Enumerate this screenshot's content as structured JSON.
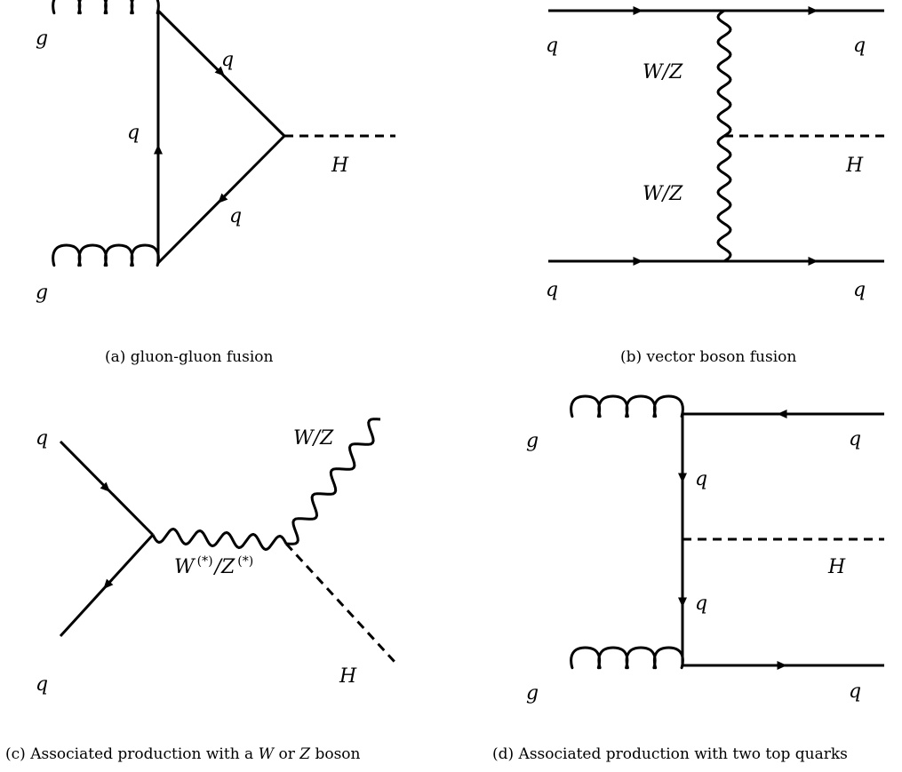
{
  "diagrams": [
    {
      "id": "a",
      "caption": "(a)  gluon-gluon fusion",
      "labels": {
        "g_top": "g",
        "g_bottom": "g",
        "q_upper": "q",
        "q_left": "q",
        "q_lower": "q",
        "higgs": "H"
      }
    },
    {
      "id": "b",
      "caption": "(b)  vector boson fusion",
      "labels": {
        "q_in_top": "q",
        "q_out_top": "q",
        "q_in_bottom": "q",
        "q_out_bottom": "q",
        "boson_upper": "W/Z",
        "boson_lower": "W/Z",
        "higgs": "H"
      }
    },
    {
      "id": "c",
      "caption_parts": [
        "(c)  Associated production with a ",
        "W",
        " or ",
        "Z",
        " boson"
      ],
      "labels": {
        "q_in_top": "q",
        "q_in_bottom": "q",
        "boson_out": "W/Z",
        "propagator_w": "W",
        "propagator_z": "Z",
        "star": "(*)",
        "slash": "/",
        "higgs": "H"
      }
    },
    {
      "id": "d",
      "caption": "(d)  Associated production with two top quarks",
      "labels": {
        "g_top": "g",
        "g_bottom": "g",
        "q_out_top": "q",
        "q_upper": "q",
        "q_lower": "q",
        "q_out_bottom": "q",
        "higgs": "H"
      }
    }
  ]
}
